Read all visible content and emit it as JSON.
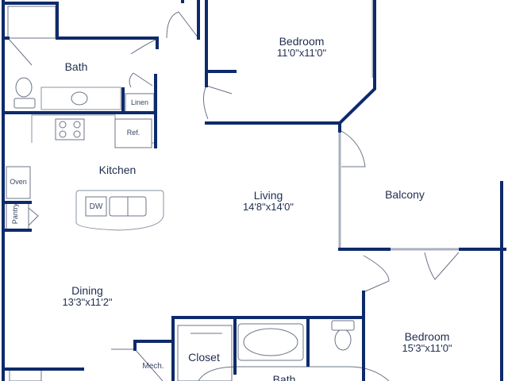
{
  "rooms": {
    "bedroom_top": {
      "name": "Bedroom",
      "dims": "11ʹ0ʺx11ʹ0ʺ"
    },
    "bath_top": {
      "name": "Bath"
    },
    "kitchen": {
      "name": "Kitchen"
    },
    "living": {
      "name": "Living",
      "dims": "14ʹ8ʺx14ʹ0ʺ"
    },
    "balcony": {
      "name": "Balcony"
    },
    "dining": {
      "name": "Dining",
      "dims": "13ʹ3ʺx11ʹ2ʺ"
    },
    "bedroom_bottom": {
      "name": "Bedroom",
      "dims": "15ʹ3ʺx11ʹ0ʺ"
    },
    "closet": {
      "name": "Closet"
    },
    "bath_bottom": {
      "name": "Bath"
    }
  },
  "fixtures": {
    "linen": "Linen",
    "ref": "Ref.",
    "oven": "Oven",
    "pantry": "Pantry",
    "dw": "DW",
    "mech": "Mech."
  },
  "colors": {
    "wall": "#0e2a6b",
    "fixture_line": "#6b7486",
    "text": "#1f2d4f"
  }
}
